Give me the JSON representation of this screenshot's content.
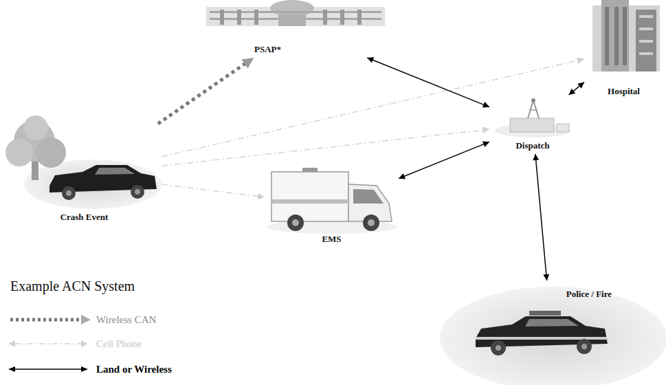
{
  "diagram": {
    "nodes": [
      {
        "text": [
          "PSAP*"
        ]
      },
      {
        "text": [
          "Hospital"
        ]
      },
      {
        "text": [
          "Crash Event"
        ]
      },
      {
        "text": [
          "EMS"
        ]
      },
      {
        "text": [
          "Dispatch"
        ]
      },
      {
        "text": [
          "Police / Fire"
        ]
      }
    ],
    "edges": [
      {
        "from": 2,
        "to": 0,
        "arrow": "to"
      },
      {
        "from": 2,
        "to": 1,
        "arrow": "to"
      },
      {
        "from": 2,
        "to": 4,
        "arrow": "to"
      },
      {
        "from": 2,
        "to": 3,
        "arrow": "to"
      },
      {
        "from": 0,
        "to": 4,
        "arrow": "both"
      },
      {
        "from": 4,
        "to": 1,
        "arrow": "both"
      },
      {
        "from": 3,
        "to": 4,
        "arrow": "both"
      },
      {
        "from": 4,
        "to": 5,
        "arrow": "both"
      }
    ],
    "labels": [
      "Example ACN System"
    ],
    "legend": [
      {
        "text": "Wireless CAN"
      },
      {
        "text": "Cell Phone"
      },
      {
        "text": "Land or Wireless"
      }
    ]
  }
}
